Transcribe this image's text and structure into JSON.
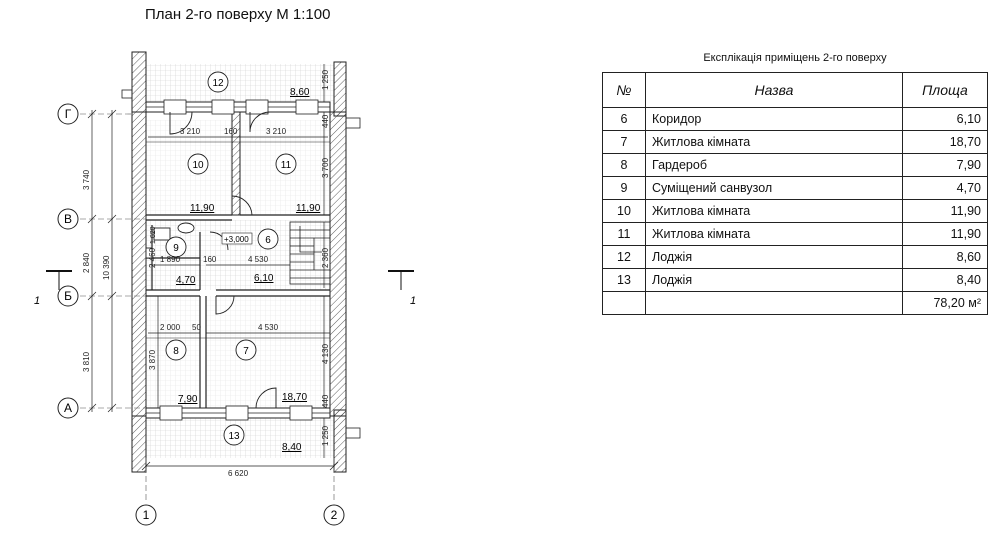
{
  "plan": {
    "title": "План 2-го поверху М 1:100",
    "level_mark": "+3,000",
    "section_mark": "1",
    "axes_rows": [
      "Г",
      "В",
      "Б",
      "А"
    ],
    "axes_cols": [
      "1",
      "2"
    ],
    "rooms": [
      {
        "no": "12",
        "area": "8,60"
      },
      {
        "no": "10",
        "area": "11,90"
      },
      {
        "no": "11",
        "area": "11,90"
      },
      {
        "no": "9",
        "area": "4,70"
      },
      {
        "no": "6",
        "area": "6,10"
      },
      {
        "no": "8",
        "area": "7,90"
      },
      {
        "no": "7",
        "area": "18,70"
      },
      {
        "no": "13",
        "area": "8,40"
      }
    ],
    "dims": {
      "d_3740": "3 740",
      "d_2840": "2 840",
      "d_3810": "3 810",
      "d_10390": "10 390",
      "d_3210a": "3 210",
      "d_160a": "160",
      "d_3210b": "3 210",
      "d_1890": "1 890",
      "d_160b": "160",
      "d_4530a": "4 530",
      "d_2000": "2 000",
      "d_50": "50",
      "d_4530b": "4 530",
      "d_6620": "6 620",
      "d_1250a": "1 250",
      "d_440a": "440",
      "d_3700": "3 700",
      "d_2360": "2 360",
      "d_4130": "4 130",
      "d_440b": "440",
      "d_1250b": "1 250",
      "d_2460": "2 460",
      "d_3870": "3 870",
      "d_1620": "1 620"
    }
  },
  "table": {
    "title": "Експлікація приміщень 2-го поверху",
    "headers": {
      "no": "№",
      "name": "Назва",
      "area": "Площа"
    },
    "rows": [
      {
        "no": "6",
        "name": "Коридор",
        "area": "6,10"
      },
      {
        "no": "7",
        "name": "Житлова кімната",
        "area": "18,70"
      },
      {
        "no": "8",
        "name": "Гардероб",
        "area": "7,90"
      },
      {
        "no": "9",
        "name": "Суміщений санвузол",
        "area": "4,70"
      },
      {
        "no": "10",
        "name": "Житлова кімната",
        "area": "11,90"
      },
      {
        "no": "11",
        "name": "Житлова кімната",
        "area": "11,90"
      },
      {
        "no": "12",
        "name": "Лоджія",
        "area": "8,60"
      },
      {
        "no": "13",
        "name": "Лоджія",
        "area": "8,40"
      }
    ],
    "total": "78,20 м²"
  }
}
